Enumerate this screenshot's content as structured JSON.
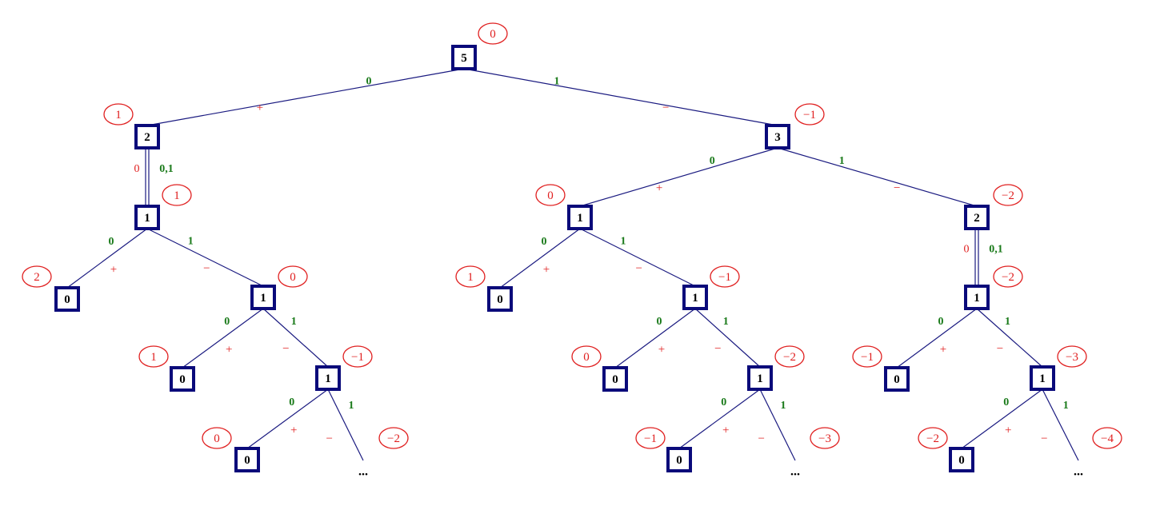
{
  "colors": {
    "node_border": "#0a0a7a",
    "edge": "#1a1a80",
    "weight": "#e02020",
    "edge_label": "#1a7a1a"
  },
  "nodes": [
    {
      "id": "r",
      "label": "5",
      "weight": "0"
    },
    {
      "id": "a",
      "label": "2",
      "weight": "1"
    },
    {
      "id": "b",
      "label": "3",
      "weight": "−1"
    },
    {
      "id": "a1",
      "label": "1",
      "weight": "1"
    },
    {
      "id": "a10",
      "label": "0",
      "weight": "2"
    },
    {
      "id": "a11",
      "label": "1",
      "weight": "0"
    },
    {
      "id": "a110",
      "label": "0",
      "weight": "1"
    },
    {
      "id": "a111",
      "label": "1",
      "weight": "−1"
    },
    {
      "id": "a1110",
      "label": "0",
      "weight": "0"
    },
    {
      "id": "a1111",
      "label": "...",
      "weight": "−2"
    },
    {
      "id": "b0",
      "label": "1",
      "weight": "0"
    },
    {
      "id": "b00",
      "label": "0",
      "weight": "1"
    },
    {
      "id": "b01",
      "label": "1",
      "weight": "−1"
    },
    {
      "id": "b010",
      "label": "0",
      "weight": "0"
    },
    {
      "id": "b011",
      "label": "1",
      "weight": "−2"
    },
    {
      "id": "b0110",
      "label": "0",
      "weight": "−1"
    },
    {
      "id": "b0111",
      "label": "...",
      "weight": "−3"
    },
    {
      "id": "b1",
      "label": "2",
      "weight": "−2"
    },
    {
      "id": "b1x",
      "label": "1",
      "weight": "−2"
    },
    {
      "id": "b1x0",
      "label": "0",
      "weight": "−1"
    },
    {
      "id": "b1x1",
      "label": "1",
      "weight": "−3"
    },
    {
      "id": "b1x10",
      "label": "0",
      "weight": "−2"
    },
    {
      "id": "b1x11",
      "label": "...",
      "weight": "−4"
    }
  ],
  "edges": [
    {
      "from": "r",
      "to": "a",
      "label": "0",
      "sign": "+"
    },
    {
      "from": "r",
      "to": "b",
      "label": "1",
      "sign": "−"
    },
    {
      "from": "a",
      "to": "a1",
      "double": true,
      "label": "0,1",
      "left_label": "0"
    },
    {
      "from": "a1",
      "to": "a10",
      "label": "0",
      "sign": "+"
    },
    {
      "from": "a1",
      "to": "a11",
      "label": "1",
      "sign": "−"
    },
    {
      "from": "a11",
      "to": "a110",
      "label": "0",
      "sign": "+"
    },
    {
      "from": "a11",
      "to": "a111",
      "label": "1",
      "sign": "−"
    },
    {
      "from": "a111",
      "to": "a1110",
      "label": "0",
      "sign": "+"
    },
    {
      "from": "a111",
      "to": "a1111",
      "label": "1",
      "sign": "−"
    },
    {
      "from": "b",
      "to": "b0",
      "label": "0",
      "sign": "+"
    },
    {
      "from": "b",
      "to": "b1",
      "label": "1",
      "sign": "−"
    },
    {
      "from": "b0",
      "to": "b00",
      "label": "0",
      "sign": "+"
    },
    {
      "from": "b0",
      "to": "b01",
      "label": "1",
      "sign": "−"
    },
    {
      "from": "b01",
      "to": "b010",
      "label": "0",
      "sign": "+"
    },
    {
      "from": "b01",
      "to": "b011",
      "label": "1",
      "sign": "−"
    },
    {
      "from": "b011",
      "to": "b0110",
      "label": "0",
      "sign": "+"
    },
    {
      "from": "b011",
      "to": "b0111",
      "label": "1",
      "sign": "−"
    },
    {
      "from": "b1",
      "to": "b1x",
      "double": true,
      "label": "0,1",
      "left_label": "0"
    },
    {
      "from": "b1x",
      "to": "b1x0",
      "label": "0",
      "sign": "+"
    },
    {
      "from": "b1x",
      "to": "b1x1",
      "label": "1",
      "sign": "−"
    },
    {
      "from": "b1x1",
      "to": "b1x10",
      "label": "0",
      "sign": "+"
    },
    {
      "from": "b1x1",
      "to": "b1x11",
      "label": "1",
      "sign": "−"
    }
  ]
}
